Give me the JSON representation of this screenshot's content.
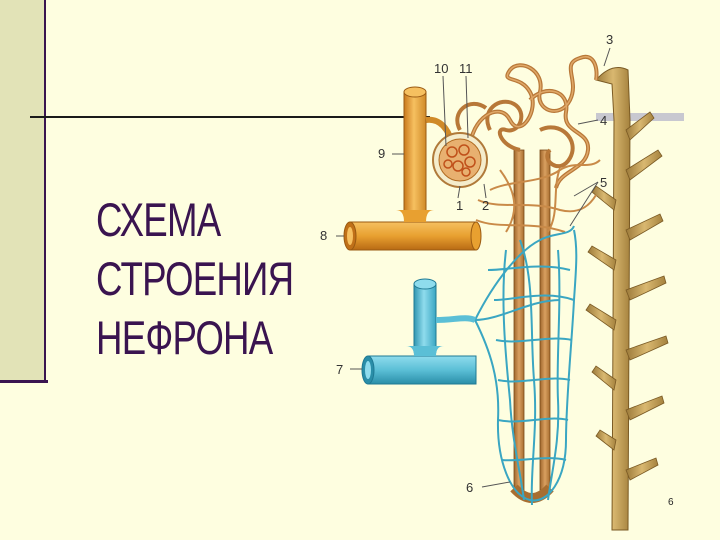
{
  "title": {
    "line1": "СХЕМА",
    "line2": "СТРОЕНИЯ",
    "line3": "НЕФРОНА"
  },
  "labels": {
    "l1": "1",
    "l2": "2",
    "l3": "3",
    "l4": "4",
    "l5": "5",
    "l6": "6",
    "l7": "7",
    "l8": "8",
    "l9": "9",
    "l10": "10",
    "l11": "11"
  },
  "page_number": "6",
  "colors": {
    "background": "#fefee0",
    "band": "#e2e3b7",
    "title": "#3a1450",
    "artery": "#e8a030",
    "vein": "#5bbfd6",
    "tubule": "#c98a48",
    "collecting_duct": "#c9a55c"
  }
}
